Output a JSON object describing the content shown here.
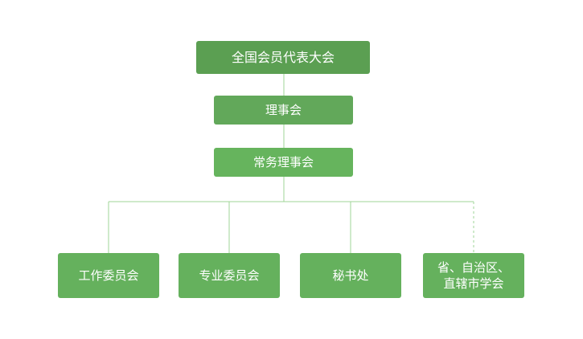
{
  "org_chart": {
    "root": {
      "label": "全国会员代表大会"
    },
    "board": {
      "label": "理事会"
    },
    "executive_board": {
      "label": "常务理事会"
    },
    "branches": [
      {
        "label": "工作委员会"
      },
      {
        "label": "专业委员会"
      },
      {
        "label": "秘书处"
      },
      {
        "label": "省、自治区、\n直辖市学会",
        "link_style": "dashed"
      }
    ]
  },
  "colors": {
    "root_fill": "#5b9f52",
    "board_fill": "#62a85a",
    "executive_fill": "#66b45d",
    "branch_fill": "#65b15d",
    "connector": "#9fd497",
    "text": "#ffffff"
  }
}
